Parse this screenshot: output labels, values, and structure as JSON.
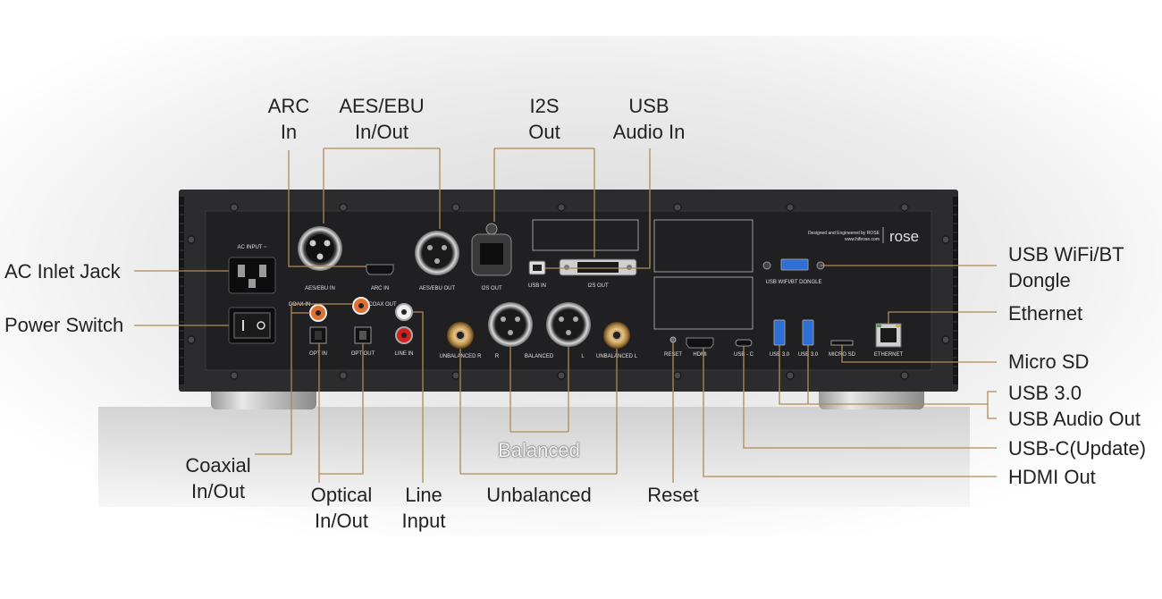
{
  "device": {
    "brand_logo": "rose",
    "designed_by": "Designed and Engineered by ROSE",
    "website": "www.hifirose.com",
    "panel_labels": {
      "ac_input": "AC INPUT ~",
      "aes_ebu_in": "AES/EBU IN",
      "arc_in": "ARC IN",
      "aes_ebu_out": "AES/EBU OUT",
      "i2s_out": "I2S OUT",
      "usb_in": "USB IN",
      "i2s_out2": "I2S OUT",
      "usb_wifi_bt": "USB WIFI/BT DONGLE",
      "coax_in": "COAX IN",
      "coax_out": "COAX OUT",
      "opt_in": "OPT IN",
      "opt_out": "OPT OUT",
      "line_in": "LINE IN",
      "unbalanced_r": "UNBALANCED R",
      "balanced": "BALANCED",
      "unbalanced_l": "UNBALANCED L",
      "reset": "RESET",
      "hdmi": "HDMI",
      "usb_c": "USB - C",
      "usb30_a": "USB 3.0",
      "usb30_b": "USB 3.0",
      "micro_sd": "MICRO SD",
      "ethernet": "ETHERNET",
      "r": "R",
      "l": "L"
    }
  },
  "callouts": {
    "arc_in": [
      "ARC",
      "In"
    ],
    "aes_ebu": [
      "AES/EBU",
      "In/Out"
    ],
    "i2s_out": [
      "I2S",
      "Out"
    ],
    "usb_audio_in": [
      "USB",
      "Audio In"
    ],
    "ac_inlet": [
      "AC Inlet Jack"
    ],
    "power_switch": [
      "Power Switch"
    ],
    "usb_wifi_bt": [
      "USB WiFi/BT",
      "Dongle"
    ],
    "ethernet": [
      "Ethernet"
    ],
    "micro_sd": [
      "Micro SD"
    ],
    "usb30": [
      "USB 3.0"
    ],
    "usb_audio_out": [
      "USB Audio Out"
    ],
    "usb_c": [
      "USB-C(Update)"
    ],
    "hdmi_out": [
      "HDMI Out"
    ],
    "coaxial": [
      "Coaxial",
      "In/Out"
    ],
    "optical": [
      "Optical",
      "In/Out"
    ],
    "line_input": [
      "Line",
      "Input"
    ],
    "balanced": [
      "Balanced"
    ],
    "unbalanced": [
      "Unbalanced"
    ],
    "reset": [
      "Reset"
    ]
  },
  "colors": {
    "leader": "#b08a55",
    "chassis": "#2a2a2c",
    "panel": "#1e1e20",
    "text": "#222222",
    "usb_blue": "#2e6fd6"
  }
}
